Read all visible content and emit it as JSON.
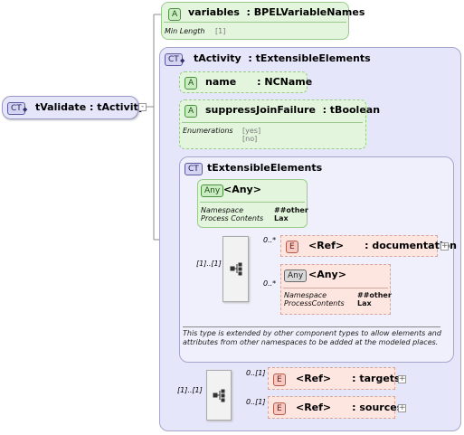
{
  "root": {
    "badge": "CT",
    "label": "tValidate : tActivity"
  },
  "variables_attr": {
    "badge": "A",
    "label": "variables  : BPELVariableNames",
    "min_length_label": "Min Length",
    "min_length_value": "[1]"
  },
  "tactivity": {
    "badge": "CT",
    "label": "tActivity  : tExtensibleElements",
    "name_attr": {
      "badge": "A",
      "label": "name      : NCName"
    },
    "suppress_attr": {
      "badge": "A",
      "label": "suppressJoinFailure  : tBoolean",
      "enumerations_label": "Enumerations",
      "enum_values": [
        "[yes]",
        "[no]"
      ]
    },
    "text_ext": {
      "badge": "CT",
      "label": "tExtensibleElements",
      "any_attr": {
        "badge": "Any",
        "label": "<Any>",
        "namespace_label": "Namespace",
        "namespace_value": "##other",
        "process_label": "Process Contents",
        "process_value": "Lax"
      },
      "seq_occurrence": "[1]..[1]",
      "documentation": {
        "occurrence": "0..*",
        "badge": "E",
        "label": "<Ref>      : documentation"
      },
      "any_el": {
        "occurrence": "0..*",
        "badge": "Any",
        "label": "<Any>",
        "namespace_label": "Namespace",
        "namespace_value": "##other",
        "process_label": "ProcessContents",
        "process_value": "Lax"
      },
      "note": "This type is extended by other component types to allow elements and attributes from other namespaces to be added at the modeled places."
    },
    "seq_occurrence": "[1]..[1]",
    "targets": {
      "occurrence": "0..[1]",
      "badge": "E",
      "label": "<Ref>      : targets"
    },
    "sources": {
      "occurrence": "0..[1]",
      "badge": "E",
      "label": "<Ref>      : sources"
    }
  },
  "colors": {
    "attr_fill": "#e3f6dd",
    "ct_fill": "#e6e6fb",
    "elem_fill": "#fde5e0",
    "line": "#8c8c8c"
  }
}
